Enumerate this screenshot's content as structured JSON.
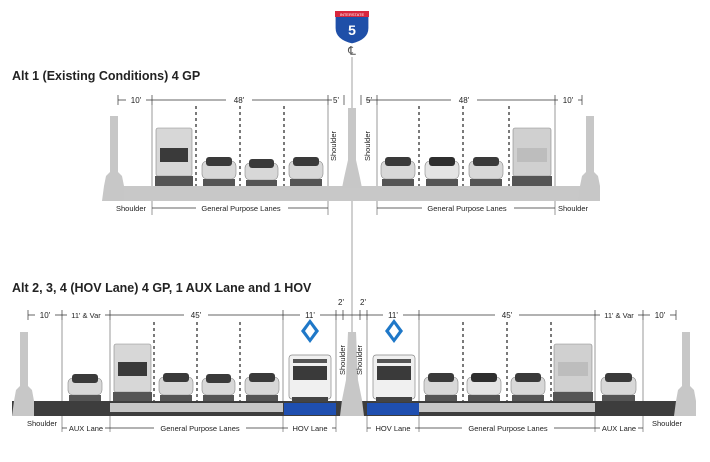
{
  "shield": {
    "banner": "INTERSTATE",
    "number": "5",
    "centerline": "℄"
  },
  "colors": {
    "road": "#3d3d3d",
    "lane": "#c6c6c6",
    "hov": "#1f4fb0",
    "barrier": "#c7c7c7",
    "diamond": "#1f78c8",
    "car": "#d4d4d4",
    "truck": "#cfcfcf",
    "bus": "#f0f0f0"
  },
  "alt1": {
    "title": "Alt 1 (Existing Conditions) 4 GP",
    "dims": [
      "10'",
      "48'",
      "5'",
      "5'",
      "48'",
      "10'"
    ],
    "labels": {
      "shoulder_left": "Shoulder",
      "gp_left": "General Purpose Lanes",
      "gp_right": "General Purpose Lanes",
      "shoulder_right": "Shoulder",
      "median_left": "Shoulder",
      "median_right": "Shoulder"
    }
  },
  "alt2": {
    "title": "Alt 2, 3, 4 (HOV Lane) 4 GP, 1 AUX Lane and 1 HOV",
    "dims": [
      "10'",
      "11' & Var",
      "45'",
      "11'",
      "2'",
      "2'",
      "11'",
      "45'",
      "11' & Var",
      "10'"
    ],
    "labels": {
      "shoulder_left": "Shoulder",
      "aux_left": "AUX Lane",
      "gp_left": "General Purpose Lanes",
      "hov_left": "HOV Lane",
      "hov_right": "HOV Lane",
      "gp_right": "General Purpose Lanes",
      "aux_right": "AUX Lane",
      "shoulder_right": "Shoulder",
      "median_left": "Shoulder",
      "median_right": "Shoulder"
    }
  }
}
